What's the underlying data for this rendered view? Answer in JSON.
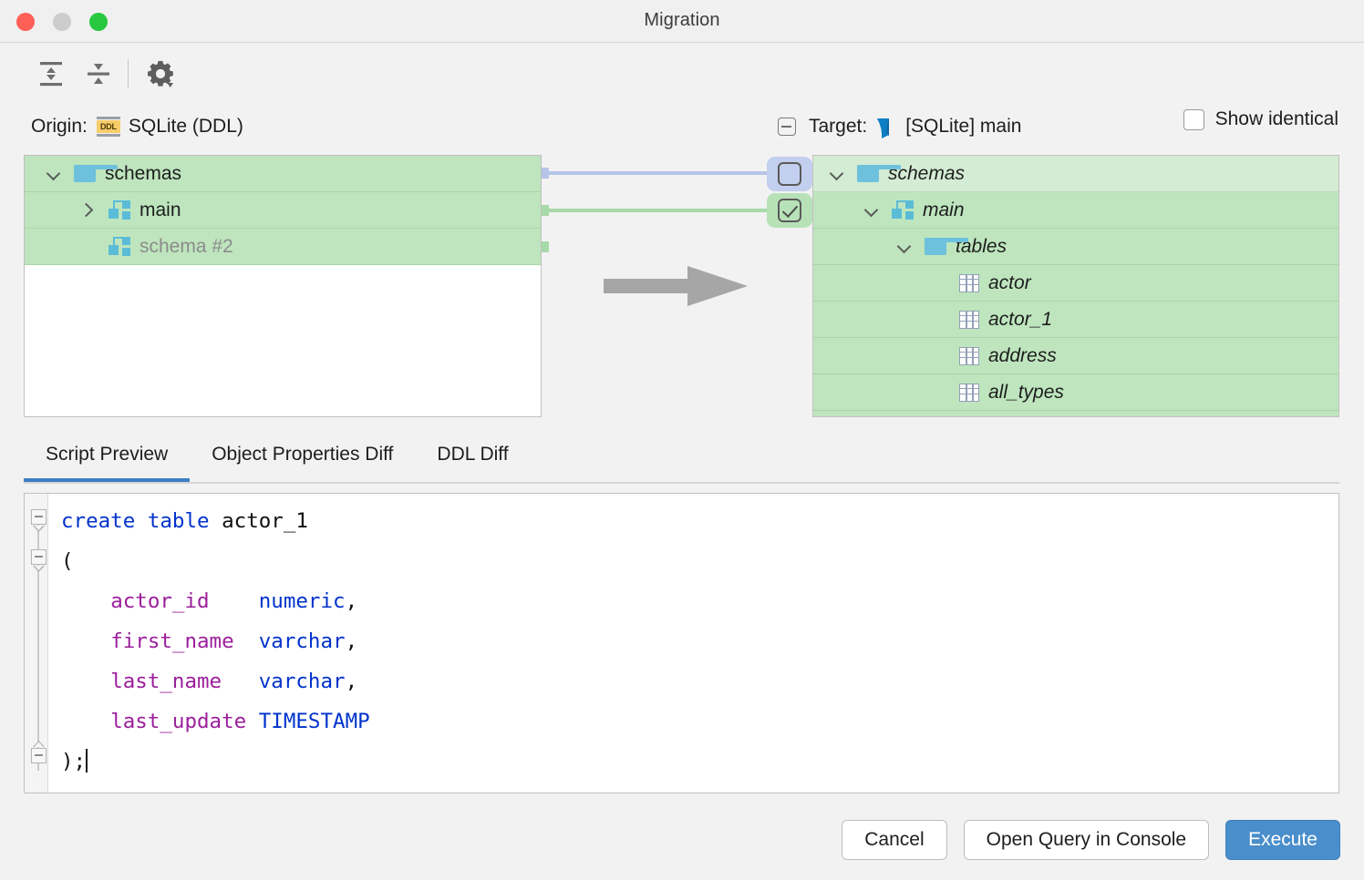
{
  "window": {
    "title": "Migration",
    "controls": [
      "close",
      "minimize",
      "maximize"
    ]
  },
  "toolbar": {
    "buttons": [
      {
        "name": "expand-all",
        "icon": "expand-all-icon"
      },
      {
        "name": "collapse-all",
        "icon": "collapse-all-icon"
      },
      {
        "name": "settings",
        "icon": "gear-icon"
      }
    ],
    "show_identical": {
      "label": "Show identical",
      "checked": false
    }
  },
  "origin": {
    "caption": "Origin:",
    "icon": "ddl-icon",
    "icon_text": "DDL",
    "value": "SQLite (DDL)"
  },
  "target": {
    "caption": "Target:",
    "icon": "sqlite-icon",
    "value": "[SQLite] main",
    "collapse_icon": "minus-square-icon"
  },
  "left_tree": {
    "rows": [
      {
        "label": "schemas",
        "icon": "folder-icon",
        "chevron": "down",
        "depth": 0,
        "muted": false
      },
      {
        "label": "main",
        "icon": "schema-icon",
        "chevron": "right",
        "depth": 1,
        "muted": false
      },
      {
        "label": "schema #2",
        "icon": "schema-icon",
        "chevron": "none",
        "depth": 1,
        "muted": true
      }
    ]
  },
  "right_tree": {
    "rows": [
      {
        "label": "schemas",
        "icon": "folder-icon",
        "chevron": "down",
        "depth": 0,
        "tone": "light"
      },
      {
        "label": "main",
        "icon": "schema-icon",
        "chevron": "down",
        "depth": 1,
        "tone": "dark"
      },
      {
        "label": "tables",
        "icon": "folder-icon",
        "chevron": "down",
        "depth": 2,
        "tone": "dark"
      },
      {
        "label": "actor",
        "icon": "table-icon",
        "chevron": "none",
        "depth": 3,
        "tone": "dark"
      },
      {
        "label": "actor_1",
        "icon": "table-icon",
        "chevron": "none",
        "depth": 3,
        "tone": "dark"
      },
      {
        "label": "address",
        "icon": "table-icon",
        "chevron": "none",
        "depth": 3,
        "tone": "dark"
      },
      {
        "label": "all_types",
        "icon": "table-icon",
        "chevron": "none",
        "depth": 3,
        "tone": "dark"
      }
    ]
  },
  "connectors": {
    "rows": [
      {
        "checked": false,
        "color": "blue"
      },
      {
        "checked": true,
        "color": "green"
      }
    ],
    "arrow_icon": "right-arrow-icon"
  },
  "tabs": {
    "items": [
      {
        "label": "Script Preview",
        "active": true
      },
      {
        "label": "Object Properties Diff",
        "active": false
      },
      {
        "label": "DDL Diff",
        "active": false
      }
    ]
  },
  "editor": {
    "lines": [
      [
        {
          "t": "create",
          "c": "kw"
        },
        {
          "t": " ",
          "c": "pl"
        },
        {
          "t": "table",
          "c": "kw"
        },
        {
          "t": " actor_1",
          "c": "pl"
        }
      ],
      [
        {
          "t": "(",
          "c": "pl"
        }
      ],
      [
        {
          "t": "    ",
          "c": "pl"
        },
        {
          "t": "actor_id",
          "c": "id"
        },
        {
          "t": "    ",
          "c": "pl"
        },
        {
          "t": "numeric",
          "c": "kw"
        },
        {
          "t": ",",
          "c": "pl"
        }
      ],
      [
        {
          "t": "    ",
          "c": "pl"
        },
        {
          "t": "first_name",
          "c": "id"
        },
        {
          "t": "  ",
          "c": "pl"
        },
        {
          "t": "varchar",
          "c": "kw"
        },
        {
          "t": ",",
          "c": "pl"
        }
      ],
      [
        {
          "t": "    ",
          "c": "pl"
        },
        {
          "t": "last_name",
          "c": "id"
        },
        {
          "t": "   ",
          "c": "pl"
        },
        {
          "t": "varchar",
          "c": "kw"
        },
        {
          "t": ",",
          "c": "pl"
        }
      ],
      [
        {
          "t": "    ",
          "c": "pl"
        },
        {
          "t": "last_update",
          "c": "id"
        },
        {
          "t": " ",
          "c": "pl"
        },
        {
          "t": "TIMESTAMP",
          "c": "kw"
        }
      ],
      [
        {
          "t": ");",
          "c": "pl"
        }
      ]
    ],
    "folds": [
      "open",
      "open",
      "close"
    ],
    "caret_line": 6
  },
  "footer": {
    "cancel_label": "Cancel",
    "open_query_label": "Open Query in Console",
    "execute_label": "Execute"
  },
  "colors": {
    "accent_blue": "#4a8ecb",
    "tab_underline": "#3d7ec4",
    "tree_green": "#bee5be",
    "tree_green_light": "#d3ecd3",
    "connector_blue": "#b6c4e8",
    "connector_green": "#a8d9a8",
    "keyword": "#0033cc",
    "identifier": "#9b1f9b",
    "icon_blue": "#5bbcd8",
    "ddl_badge": "#f7cd6b"
  }
}
